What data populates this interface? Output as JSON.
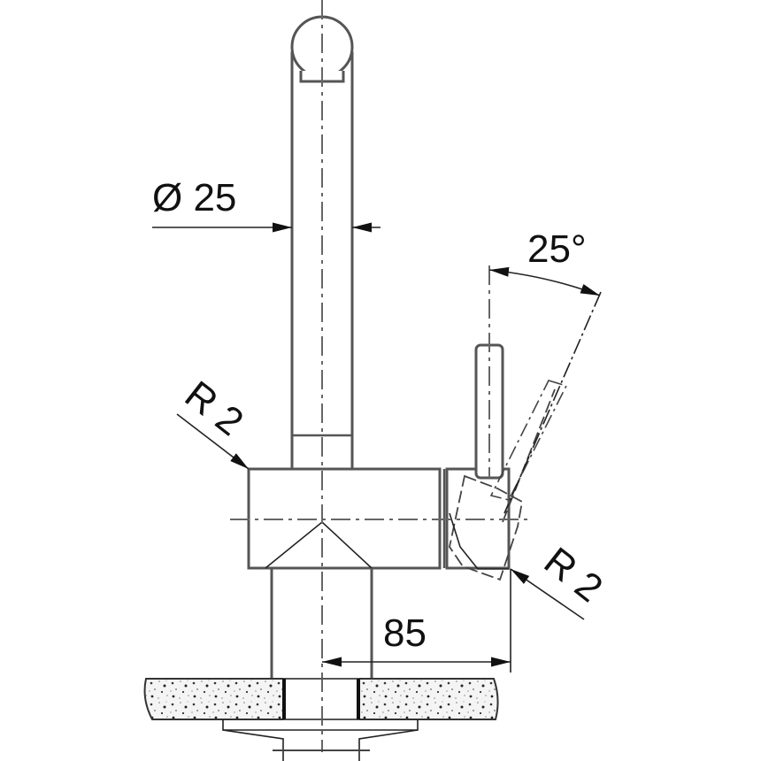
{
  "drawing": {
    "subject": "Kitchen mixer tap technical drawing (side view)",
    "line_color": "#555555",
    "dimensions": {
      "spout_diameter": "Ø 25",
      "lever_angle": "25°",
      "radius_top_left": "R 2",
      "radius_bottom_right": "R 2",
      "lever_offset": "85"
    }
  }
}
